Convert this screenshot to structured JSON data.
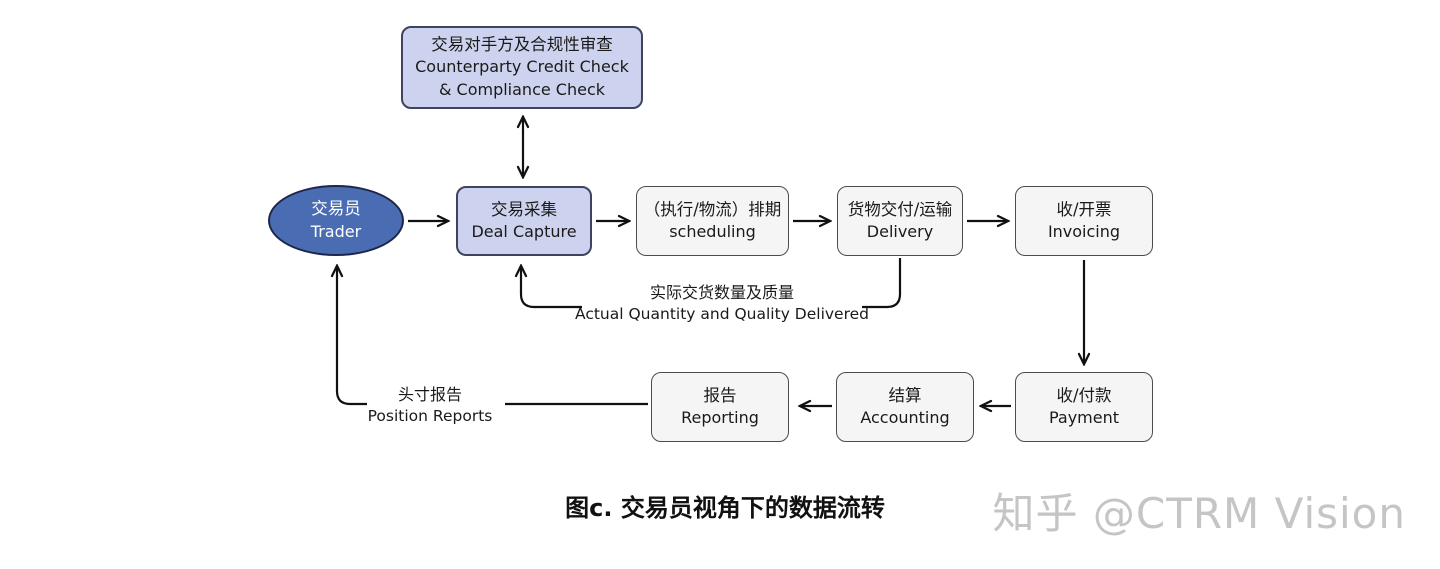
{
  "title": "图c. 交易员视角下的数据流转",
  "watermark": "知乎 @CTRM Vision",
  "nodes": {
    "counterparty": {
      "zh": "交易对手方及合规性审查",
      "en": "Counterparty Credit Check & Compliance Check"
    },
    "trader": {
      "zh": "交易员",
      "en": "Trader"
    },
    "deal_capture": {
      "zh": "交易采集",
      "en": "Deal Capture"
    },
    "scheduling": {
      "zh": "（执行/物流）排期",
      "en": "scheduling"
    },
    "delivery": {
      "zh": "货物交付/运输",
      "en": "Delivery"
    },
    "invoicing": {
      "zh": "收/开票",
      "en": "Invoicing"
    },
    "payment": {
      "zh": "收/付款",
      "en": "Payment"
    },
    "accounting": {
      "zh": "结算",
      "en": "Accounting"
    },
    "reporting": {
      "zh": "报告",
      "en": "Reporting"
    }
  },
  "edge_labels": {
    "actual_delivery": {
      "zh": "实际交货数量及质量",
      "en": "Actual Quantity and Quality Delivered"
    },
    "position_reports": {
      "zh": "头寸报告",
      "en": "Position Reports"
    }
  },
  "edges": [
    {
      "from": "deal_capture",
      "to": "counterparty",
      "type": "bidirectional"
    },
    {
      "from": "trader",
      "to": "deal_capture"
    },
    {
      "from": "deal_capture",
      "to": "scheduling"
    },
    {
      "from": "scheduling",
      "to": "delivery"
    },
    {
      "from": "delivery",
      "to": "invoicing"
    },
    {
      "from": "invoicing",
      "to": "payment"
    },
    {
      "from": "payment",
      "to": "accounting"
    },
    {
      "from": "accounting",
      "to": "reporting"
    },
    {
      "from": "delivery",
      "to": "deal_capture",
      "label": "actual_delivery"
    },
    {
      "from": "reporting",
      "to": "trader",
      "label": "position_reports"
    }
  ],
  "colors": {
    "trader_fill": "#4a6cb2",
    "trader_border": "#1c2749",
    "highlight_fill": "#cdd3ee",
    "highlight_border": "#3e435f",
    "process_fill": "#f5f5f5",
    "process_border": "#4c4c4c",
    "arrow": "#111111",
    "text": "#1a1a1a",
    "watermark": "#c5c5c5"
  }
}
